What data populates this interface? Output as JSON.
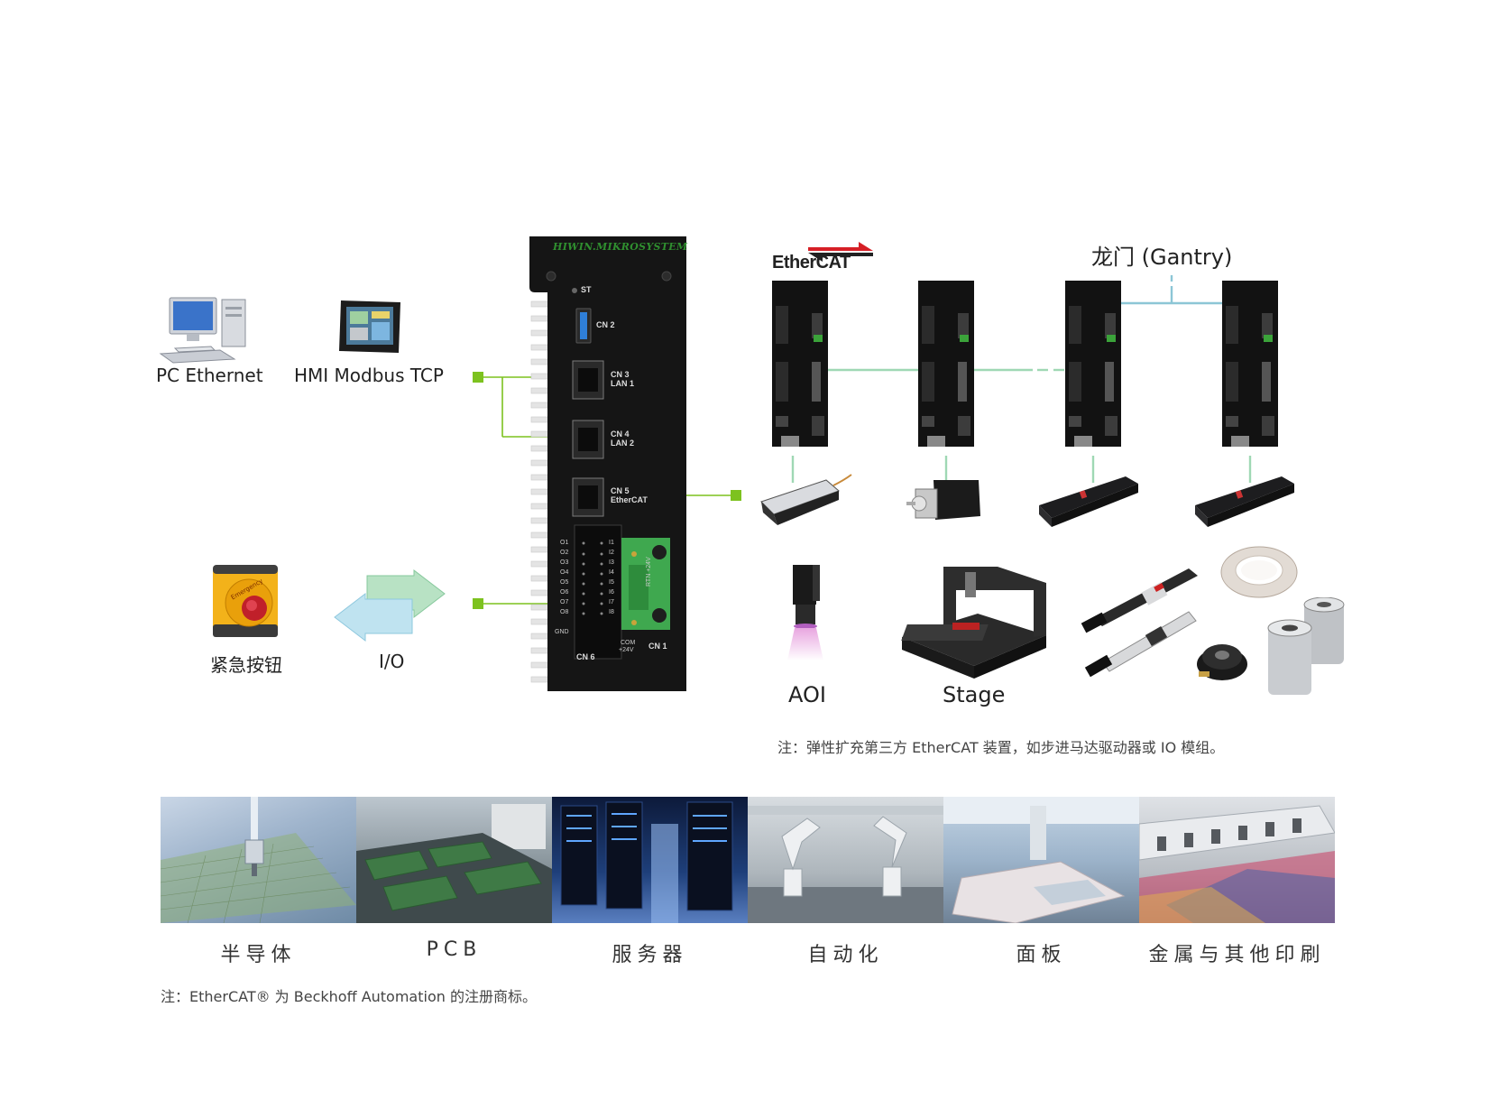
{
  "controller": {
    "brand": "HIWIN.MIKROSYSTEM",
    "st": "ST",
    "cn2": "CN 2",
    "cn3": "CN 3",
    "lan1": "LAN 1",
    "cn4": "CN 4",
    "lan2": "LAN 2",
    "cn5": "CN 5",
    "ethercat_port": "EtherCAT",
    "cn6": "CN 6",
    "cn1": "CN 1",
    "gnd": "GND",
    "com": "COM",
    "plus24v": "+24V",
    "rtn24v": "RTN +24V",
    "outputs": [
      "O1",
      "O2",
      "O3",
      "O4",
      "O5",
      "O6",
      "O7",
      "O8"
    ],
    "inputs": [
      "I1",
      "I2",
      "I3",
      "I4",
      "I5",
      "I6",
      "I7",
      "I8"
    ]
  },
  "left": {
    "pc_label": "PC Ethernet",
    "hmi_label": "HMI Modbus TCP",
    "estop_label": "紧急按钮",
    "estop_text": "Emergency",
    "io_label": "I/O"
  },
  "right": {
    "ethercat_logo": "EtherCAT",
    "gantry_label": "龙门 (Gantry)",
    "aoi_label": "AOI",
    "stage_label": "Stage",
    "note": "注：弹性扩充第三方 EtherCAT 装置，如步进马达驱动器或 IO 模组。"
  },
  "industries": [
    {
      "label": "半导体"
    },
    {
      "label": "PCB"
    },
    {
      "label": "服务器"
    },
    {
      "label": "自动化"
    },
    {
      "label": "面板"
    },
    {
      "label": "金属与其他印刷"
    }
  ],
  "footnote": "注：EtherCAT® 为 Beckhoff Automation 的注册商标。",
  "colors": {
    "connector_green": "#7dc21f",
    "ethercat_link": "#9fd8b4",
    "gantry_link": "#8cc6d6",
    "controller_body": "#151515"
  }
}
